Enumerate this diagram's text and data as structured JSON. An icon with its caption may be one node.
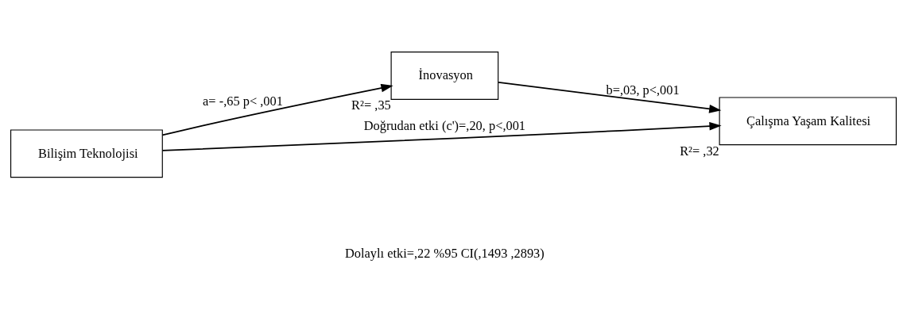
{
  "diagram": {
    "nodes": [
      {
        "text": [
          "Bilişim Teknolojisi"
        ]
      },
      {
        "text": [
          "İnovasyon"
        ],
        "beside": [
          "R²= ,35"
        ]
      },
      {
        "text": [
          "Çalışma Yaşam Kalitesi"
        ],
        "beside": [
          "R²= ,32"
        ]
      }
    ],
    "edges": [
      {
        "from": 0,
        "to": 1,
        "arrow": "to",
        "label": "a= -,65 p< ,001"
      },
      {
        "from": 1,
        "to": 2,
        "arrow": "to",
        "label": "b=,03, p<,001"
      },
      {
        "from": 0,
        "to": 2,
        "arrow": "to",
        "label": "Doğrudan etki (c')=,20, p<,001"
      }
    ],
    "labels": [
      "Dolaylı etki=,22 %95 CI(,1493 ,2893)"
    ]
  }
}
